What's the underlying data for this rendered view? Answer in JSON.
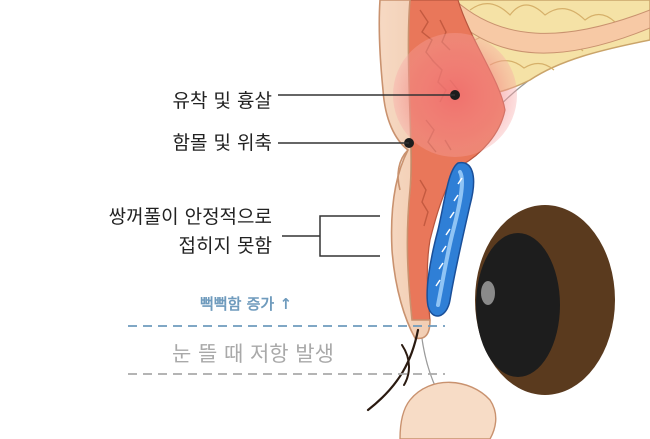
{
  "labels": {
    "adhesion": "유착 및 흉살",
    "atrophy": "함몰 및 위축",
    "fold_line1": "쌍꺼풀이 안정적으로",
    "fold_line2": "접히지 못함",
    "tightness": "뻑뻑함 증가",
    "tightness_arrow": "↑",
    "resistance": "눈 뜰 때 저항 발생"
  },
  "colors": {
    "skin": "#f7dcc6",
    "skin_outline": "#c9926f",
    "muscle": "#e9775a",
    "fat": "#f5e2a6",
    "inflammation": "#f38a8a",
    "implant": "#2f7fd6",
    "pupil": "#1d1d1d",
    "iris": "#5a3a1e",
    "guide_blue": "#6f9bbd",
    "guide_gray": "#a9a9a9",
    "leader": "#333333"
  }
}
